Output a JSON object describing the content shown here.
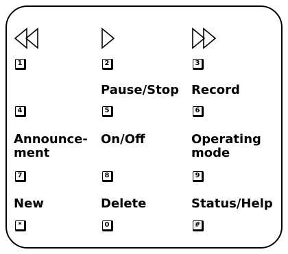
{
  "keypad": {
    "row1": {
      "col1": {
        "icon": "rewind-icon",
        "key": "1"
      },
      "col2": {
        "icon": "play-icon",
        "key": "2"
      },
      "col3": {
        "icon": "fast-forward-icon",
        "key": "3"
      }
    },
    "row2": {
      "col1": {
        "label": "",
        "key": "4"
      },
      "col2": {
        "label": "Pause/Stop",
        "key": "5"
      },
      "col3": {
        "label": "Record",
        "key": "6"
      }
    },
    "row3": {
      "col1": {
        "label_line1": "Announce-",
        "label_line2": "ment",
        "key": "7"
      },
      "col2": {
        "label": "On/Off",
        "key": "8"
      },
      "col3": {
        "label_line1": "Operating",
        "label_line2": "mode",
        "key": "9"
      }
    },
    "row4": {
      "col1": {
        "label": "New",
        "key": "*"
      },
      "col2": {
        "label": "Delete",
        "key": "0"
      },
      "col3": {
        "label": "Status/Help",
        "key": "#"
      }
    }
  }
}
